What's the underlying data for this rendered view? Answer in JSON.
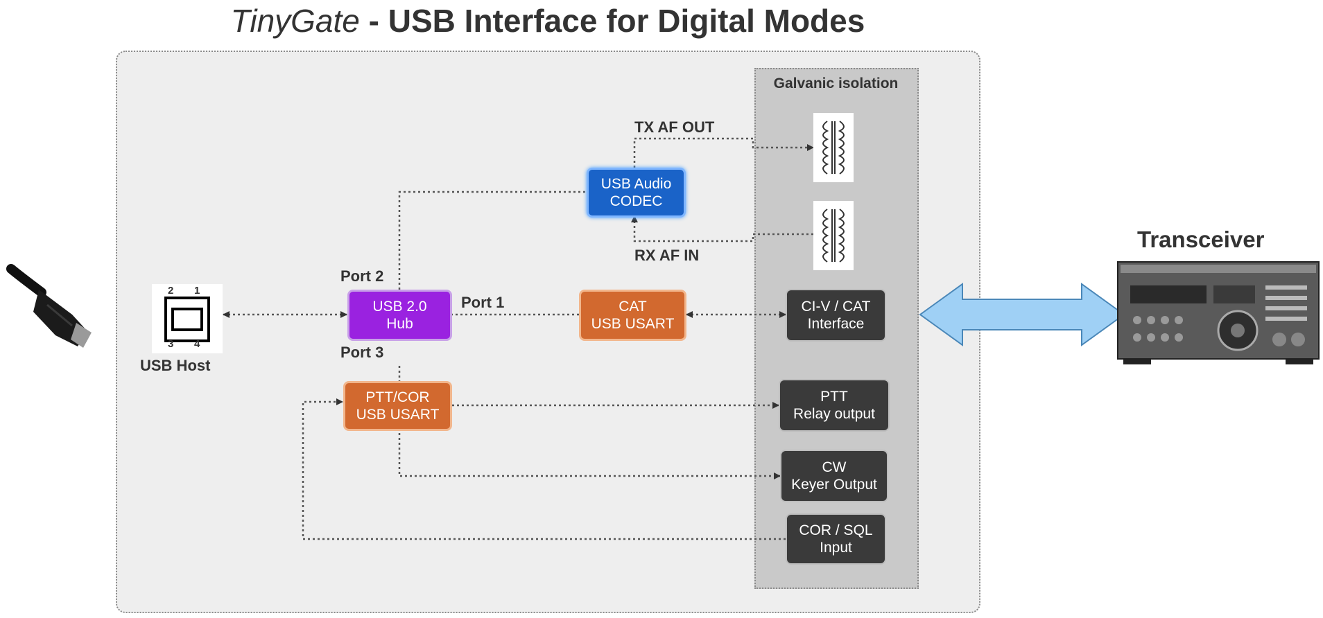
{
  "title": {
    "italic": "TinyGate",
    "rest": " - USB Interface for Digital Modes"
  },
  "isolation_label": "Galvanic isolation",
  "usb_host": {
    "label": "USB Host",
    "pins": [
      "2",
      "1",
      "3",
      "4"
    ]
  },
  "hub": {
    "line1": "USB 2.0",
    "line2": "Hub"
  },
  "ports": {
    "port1": "Port 1",
    "port2": "Port 2",
    "port3": "Port 3"
  },
  "codec": {
    "line1": "USB Audio",
    "line2": "CODEC"
  },
  "cat_usart": {
    "line1": "CAT",
    "line2": "USB USART"
  },
  "ptt_usart": {
    "line1": "PTT/COR",
    "line2": "USB USART"
  },
  "signals": {
    "tx": "TX AF OUT",
    "rx": "RX AF IN"
  },
  "outputs": [
    {
      "line1": "CI-V / CAT",
      "line2": "Interface"
    },
    {
      "line1": "PTT",
      "line2": "Relay output"
    },
    {
      "line1": "CW",
      "line2": "Keyer Output"
    },
    {
      "line1": "COR / SQL",
      "line2": "Input"
    }
  ],
  "transceiver_label": "Transceiver",
  "colors": {
    "orange": "#d2692f",
    "purple": "#9a22e0",
    "blue": "#1a63c8",
    "dark": "#3a3a3a",
    "arrow": "#9fd0f5"
  }
}
